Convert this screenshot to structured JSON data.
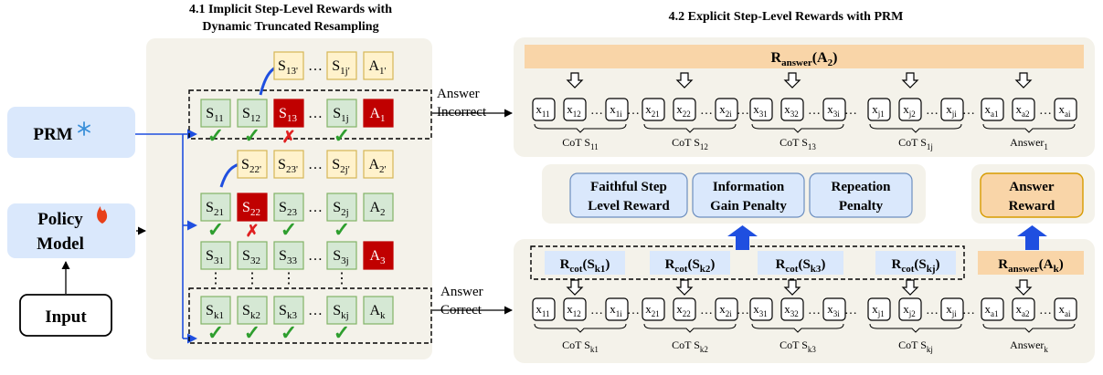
{
  "titles": {
    "left_line1": "4.1 Implicit Step-Level Rewards with",
    "left_line2": "Dynamic Truncated Resampling",
    "right": "4.2 Explicit Step-Level Rewards with PRM"
  },
  "inputs": {
    "prm_label": "PRM",
    "prm_icon": "snowflake-icon",
    "policy_line1": "Policy",
    "policy_line2": "Model",
    "policy_icon": "flame-icon",
    "input_label": "Input"
  },
  "flow_labels": {
    "incorrect_line1": "Answer",
    "incorrect_line2": "Incorrect",
    "correct_line1": "Answer",
    "correct_line2": "Correct"
  },
  "grid": {
    "ellipsis": "…",
    "vdots": "⋮",
    "check": "✓",
    "cross": "✗",
    "resample_row1": [
      {
        "b": "S",
        "s": "13'"
      },
      {
        "b": "S",
        "s": "1j'"
      },
      {
        "b": "A",
        "s": "1'"
      }
    ],
    "row1": [
      {
        "b": "S",
        "s": "11"
      },
      {
        "b": "S",
        "s": "12"
      },
      {
        "b": "S",
        "s": "13"
      },
      {
        "b": "S",
        "s": "1j"
      },
      {
        "b": "A",
        "s": "1"
      }
    ],
    "resample_row2": [
      {
        "b": "S",
        "s": "22'"
      },
      {
        "b": "S",
        "s": "23'"
      },
      {
        "b": "S",
        "s": "2j'"
      },
      {
        "b": "A",
        "s": "2'"
      }
    ],
    "row2": [
      {
        "b": "S",
        "s": "21"
      },
      {
        "b": "S",
        "s": "22"
      },
      {
        "b": "S",
        "s": "23"
      },
      {
        "b": "S",
        "s": "2j"
      },
      {
        "b": "A",
        "s": "2"
      }
    ],
    "row3": [
      {
        "b": "S",
        "s": "31"
      },
      {
        "b": "S",
        "s": "32"
      },
      {
        "b": "S",
        "s": "33"
      },
      {
        "b": "S",
        "s": "3j"
      },
      {
        "b": "A",
        "s": "3"
      }
    ],
    "rowk": [
      {
        "b": "S",
        "s": "k1"
      },
      {
        "b": "S",
        "s": "k2"
      },
      {
        "b": "S",
        "s": "k3"
      },
      {
        "b": "S",
        "s": "kj"
      },
      {
        "b": "A",
        "s": "k"
      }
    ]
  },
  "top_panel": {
    "answer_reward": {
      "b": "R",
      "s": "answer",
      "p": "(A",
      "ps": "2",
      "e": ")"
    },
    "groups": [
      {
        "tokens": [
          {
            "b": "x",
            "s": "11"
          },
          {
            "b": "x",
            "s": "12"
          },
          {
            "b": "x",
            "s": "1i"
          }
        ],
        "label": {
          "b": "CoT S",
          "s": "11"
        }
      },
      {
        "tokens": [
          {
            "b": "x",
            "s": "21"
          },
          {
            "b": "x",
            "s": "22"
          },
          {
            "b": "x",
            "s": "2i"
          }
        ],
        "label": {
          "b": "CoT S",
          "s": "12"
        }
      },
      {
        "tokens": [
          {
            "b": "x",
            "s": "31"
          },
          {
            "b": "x",
            "s": "32"
          },
          {
            "b": "x",
            "s": "3i"
          }
        ],
        "label": {
          "b": "CoT S",
          "s": "13"
        }
      },
      {
        "tokens": [
          {
            "b": "x",
            "s": "j1"
          },
          {
            "b": "x",
            "s": "j2"
          },
          {
            "b": "x",
            "s": "ji"
          }
        ],
        "label": {
          "b": "CoT S",
          "s": "1j"
        }
      },
      {
        "tokens": [
          {
            "b": "x",
            "s": "a1"
          },
          {
            "b": "x",
            "s": "a2"
          },
          {
            "b": "x",
            "s": "ai"
          }
        ],
        "label": {
          "b": "Answer",
          "s": "1"
        }
      }
    ]
  },
  "middle": {
    "faithful_line1": "Faithful Step",
    "faithful_line2": "Level Reward",
    "info_line1": "Information",
    "info_line2": "Gain Penalty",
    "rep_line1": "Repeation",
    "rep_line2": "Penalty",
    "answer_reward_line1": "Answer",
    "answer_reward_line2": "Reward"
  },
  "bottom_panel": {
    "step_rewards": [
      {
        "b": "R",
        "s": "cot",
        "p": "(S",
        "ps": "k1",
        "e": ")"
      },
      {
        "b": "R",
        "s": "cot",
        "p": "(S",
        "ps": "k2",
        "e": ")"
      },
      {
        "b": "R",
        "s": "cot",
        "p": "(S",
        "ps": "k3",
        "e": ")"
      },
      {
        "b": "R",
        "s": "cot",
        "p": "(S",
        "ps": "kj",
        "e": ")"
      }
    ],
    "answer_reward": {
      "b": "R",
      "s": "answer",
      "p": "(A",
      "ps": "k",
      "e": ")"
    },
    "groups": [
      {
        "tokens": [
          {
            "b": "x",
            "s": "11"
          },
          {
            "b": "x",
            "s": "12"
          },
          {
            "b": "x",
            "s": "1i"
          }
        ],
        "label": {
          "b": "CoT S",
          "s": "k1"
        }
      },
      {
        "tokens": [
          {
            "b": "x",
            "s": "21"
          },
          {
            "b": "x",
            "s": "22"
          },
          {
            "b": "x",
            "s": "2i"
          }
        ],
        "label": {
          "b": "CoT S",
          "s": "k2"
        }
      },
      {
        "tokens": [
          {
            "b": "x",
            "s": "31"
          },
          {
            "b": "x",
            "s": "32"
          },
          {
            "b": "x",
            "s": "3i"
          }
        ],
        "label": {
          "b": "CoT S",
          "s": "k3"
        }
      },
      {
        "tokens": [
          {
            "b": "x",
            "s": "j1"
          },
          {
            "b": "x",
            "s": "j2"
          },
          {
            "b": "x",
            "s": "ji"
          }
        ],
        "label": {
          "b": "CoT S",
          "s": "kj"
        }
      },
      {
        "tokens": [
          {
            "b": "x",
            "s": "a1"
          },
          {
            "b": "x",
            "s": "a2"
          },
          {
            "b": "x",
            "s": "ai"
          }
        ],
        "label": {
          "b": "Answer",
          "s": "k"
        }
      }
    ]
  },
  "colors": {
    "panel_bg": "#f4f2ea",
    "green_fill": "#d5e8d4",
    "green_stroke": "#82b366",
    "red_fill": "#c00000",
    "yellow_fill": "#fff2cc",
    "yellow_stroke": "#d6b656",
    "blue_fill": "#dae8fc",
    "blue_stroke": "#6c8ebf",
    "orange_fill": "#f9d5a8",
    "orange_stroke": "#d79b00",
    "arrow_blue": "#1f4fe0",
    "check_green": "#2e9e2e",
    "cross_red": "#e02020"
  }
}
